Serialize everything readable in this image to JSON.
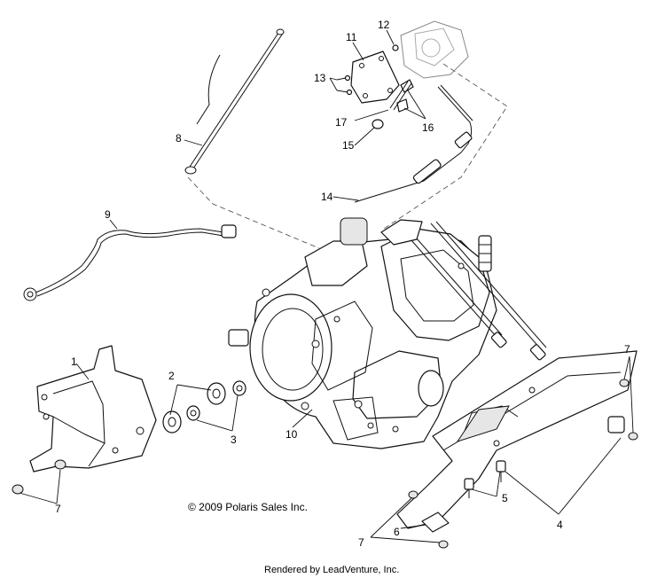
{
  "diagram": {
    "copyright": "© 2009 Polaris Sales Inc.",
    "rendered_by": "Rendered by LeadVenture, Inc.",
    "callouts": [
      "1",
      "2",
      "3",
      "4",
      "5",
      "6",
      "7",
      "7",
      "7",
      "7",
      "8",
      "9",
      "10",
      "11",
      "12",
      "13",
      "14",
      "15",
      "16",
      "17"
    ]
  }
}
